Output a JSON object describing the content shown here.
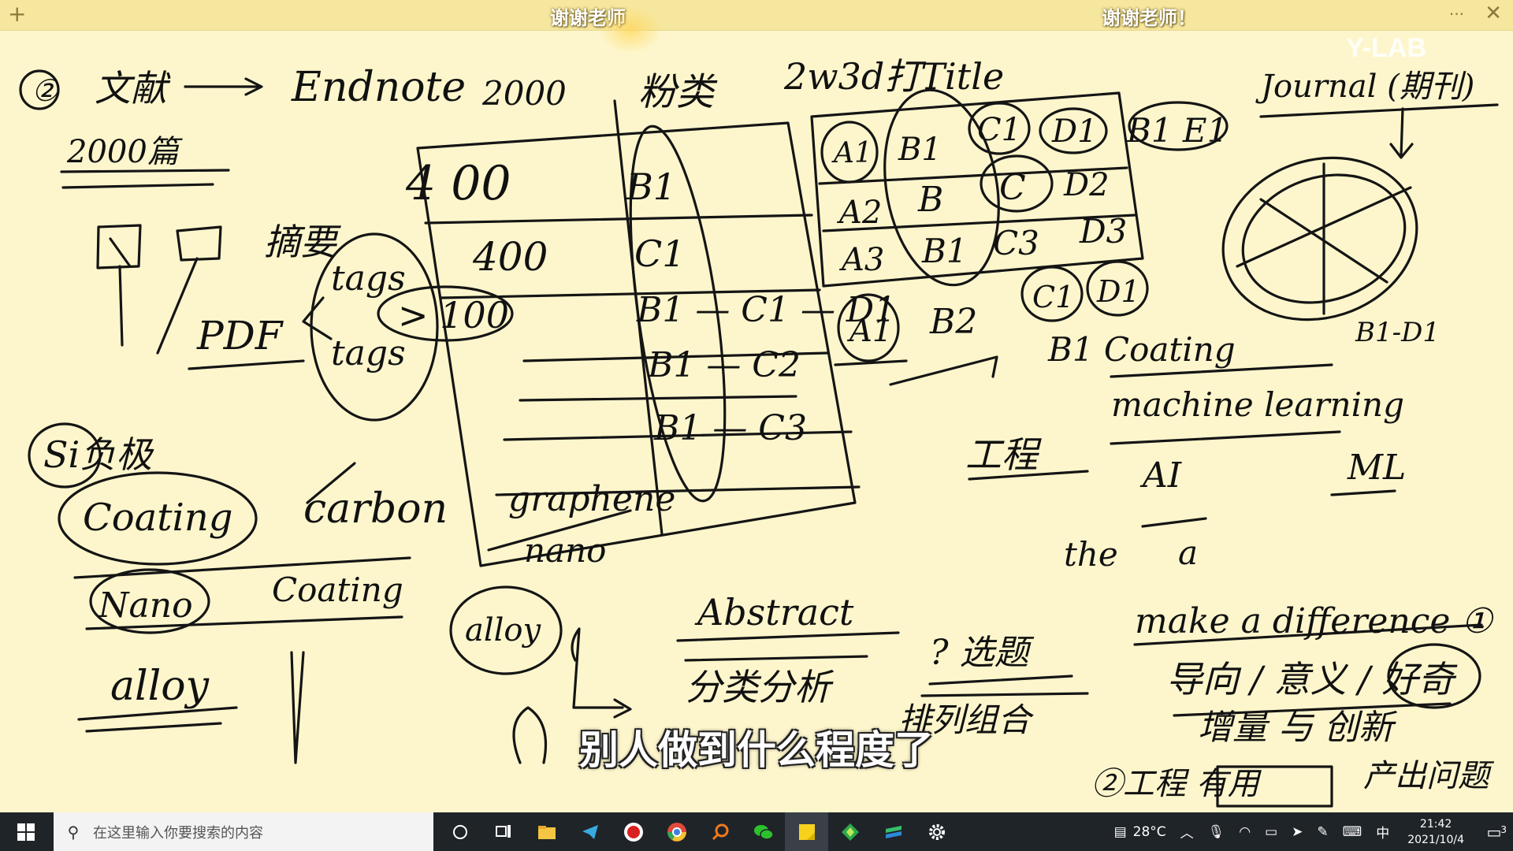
{
  "window": {
    "title_left": "谢谢老师",
    "title_right": "谢谢老师！",
    "more_label": "···",
    "close_label": "✕",
    "new_label": "+",
    "watermark": "Y-LAB"
  },
  "whiteboard": {
    "left": {
      "step": "②",
      "literature": "文献",
      "arrow": "→",
      "endnote": "Endnote",
      "count_2000": "2000",
      "count_2000_pian": "2000篇",
      "classify": "粉类",
      "tag_title": "2w3d打Title",
      "abstract_word": "摘要",
      "pdf": "PDF",
      "tags1": "tags",
      "tags2": "tags",
      "gt100": "> 100",
      "si_neg": "Si负极",
      "coating": "Coating",
      "carbon": "carbon",
      "graphene": "graphene",
      "nano": "nano",
      "nano2": "Nano",
      "coating2": "Coating",
      "alloy": "alloy",
      "alloy2": "alloy",
      "num_400a": "4 00",
      "num_400b": "400",
      "col_b1": "B1",
      "col_c1": "C1",
      "col_b1c1d1": "B1 — C1 — D1",
      "col_b1c2": "B1 — C2",
      "col_b1c3": "B1 — C3"
    },
    "middle": {
      "grid_row1": [
        "A1",
        "B1",
        "C1",
        "D1",
        "B1 E1"
      ],
      "grid_row2": [
        "A2",
        "B",
        "C",
        "D2"
      ],
      "grid_row3": [
        "A3",
        "B1",
        "C3",
        "D3"
      ],
      "a1": "A1",
      "b2": "B2",
      "c1": "C1",
      "d1": "D1",
      "b1coating": "B1 Coating",
      "machine": "machine learning",
      "gongcheng": "工程",
      "abstract": "Abstract",
      "xuanti": "? 选题",
      "fenlei": "分类分析",
      "pailie": "排列组合",
      "the": "the",
      "a": "a"
    },
    "right": {
      "journal": "Journal (期刊)",
      "b1d1": "B1-D1",
      "ai": "AI",
      "ml": "ML",
      "make_diff": "make a difference ①",
      "daoxiang": "导向 / 意义 / 好奇",
      "zengliang": "增量 与 创新",
      "gongcheng_youyong": "②工程 有用",
      "chan_wenti": "产出问题"
    },
    "subtitle": "别人做到什么程度了"
  },
  "taskbar": {
    "search_placeholder": "在这里输入你要搜索的内容",
    "icons": [
      "cortana-icon",
      "task-view-icon",
      "file-explorer-icon",
      "telegram-icon",
      "recorder-icon",
      "chrome-icon",
      "search-app-icon",
      "wechat-icon",
      "sticky-notes-icon",
      "app-green-icon",
      "app-layers-icon",
      "settings-icon"
    ],
    "weather": "28°C",
    "ime": "中",
    "time": "21:42",
    "date": "2021/10/4",
    "notif_count": "3"
  }
}
